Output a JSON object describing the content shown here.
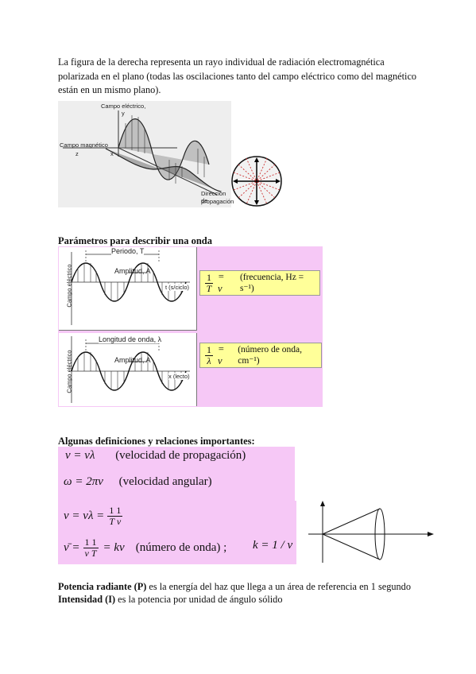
{
  "intro_text": "La figura de la derecha representa un rayo individual de radiación electromagnética polarizada en el plano (todas las oscilaciones tanto del campo eléctrico como del magnético están en un mismo plano).",
  "fig1": {
    "campo_electrico": "Campo eléctrico,",
    "y_label": "y",
    "campo_magnetico": "Campo magnético",
    "z_label": "z",
    "x_label": "x",
    "direccion": "Dirección de",
    "propagacion": "propagación"
  },
  "section_params_title": "Parámetros para describir una onda",
  "wave1": {
    "periodo": "Periodo, T",
    "amplitud": "Amplitud, A",
    "axis_t": "t (s/ciclo)",
    "ylabel": "Campo eléctrico"
  },
  "wave2": {
    "longitud": "Longitud de onda, λ",
    "amplitud": "Amplitud, A",
    "axis_x": "x (lecto)",
    "ylabel": "Campo eléctrico"
  },
  "formula1": {
    "num": "1",
    "den": "T",
    "rhs": "= ν",
    "desc": "(frecuencia, Hz = s⁻¹)"
  },
  "formula2": {
    "num": "1",
    "den": "λ",
    "rhs": "= ν",
    "desc": "(número de onda, cm⁻¹)"
  },
  "section_defs_title": "Algunas definiciones y relaciones importantes:",
  "eq1": {
    "expr": "v = νλ",
    "desc": "(velocidad de propagación)"
  },
  "eq2": {
    "expr": "ω = 2πν",
    "desc": "(velocidad angular)"
  },
  "eq3": {
    "lhs": "v = νλ =",
    "num": "1 1",
    "den": "T ν"
  },
  "eq4": {
    "lhs": "ν̄ =",
    "num": "1 1",
    "den": "v T",
    "rhs": "= kν",
    "desc": "(número de onda) ;"
  },
  "eq5": {
    "expr": "k = 1 / v"
  },
  "potencia_bold": "Potencia radiante (P)",
  "potencia_rest": " es la energía del haz que llega a un área de referencia en 1 segundo",
  "intensidad_bold": "Intensidad (I)",
  "intensidad_rest": " es la potencia por unidad de ángulo sólido"
}
